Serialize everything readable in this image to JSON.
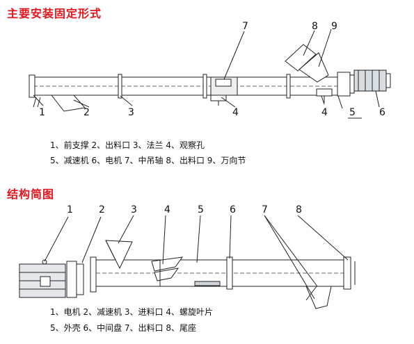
{
  "section1": {
    "title": "主要安装固定形式",
    "legend_line1": "1、前支撑 2、出料口 3、法兰 4、观察孔",
    "legend_line2": "5、减速机 6、电机 7、中吊轴 8、出料口 9、万向节",
    "callouts": [
      "1",
      "2",
      "3",
      "4",
      "5",
      "6",
      "7",
      "8",
      "9",
      "4"
    ]
  },
  "section2": {
    "title": "结构简图",
    "legend_line1": "1、电机 2、减速机 3、进料口 4、螺旋叶片",
    "legend_line2": "5、外壳 6、中间盘 7、出料口 8、尾座",
    "callouts": [
      "1",
      "2",
      "3",
      "4",
      "5",
      "6",
      "7",
      "8"
    ]
  },
  "colors": {
    "title": "#e8141b",
    "line": "#222222",
    "fill": "#d8dde2"
  }
}
